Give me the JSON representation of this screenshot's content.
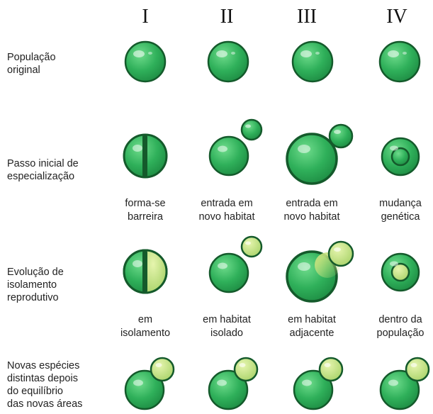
{
  "columns": [
    "I",
    "II",
    "III",
    "IV"
  ],
  "rows": [
    {
      "label": [
        "População",
        "original"
      ]
    },
    {
      "label": [
        "Passo inicial de",
        "especialização"
      ],
      "captions": [
        [
          "forma-se",
          "barreira"
        ],
        [
          "entrada em",
          "novo habitat"
        ],
        [
          "entrada em",
          "novo habitat"
        ],
        [
          "mudança",
          "genética"
        ]
      ]
    },
    {
      "label": [
        "Evolução de",
        "isolamento",
        "reprodutivo"
      ],
      "captions": [
        [
          "em",
          "isolamento"
        ],
        [
          "em habitat",
          "isolado"
        ],
        [
          "em habitat",
          "adjacente"
        ],
        [
          "dentro da",
          "população"
        ]
      ]
    },
    {
      "label": [
        "Novas espécies",
        "distintas depois",
        "do equilíbrio",
        "das novas áreas"
      ]
    }
  ],
  "colors": {
    "population": "#2fb05a",
    "outline": "#145a2b",
    "new_species": "#c6e27e"
  }
}
